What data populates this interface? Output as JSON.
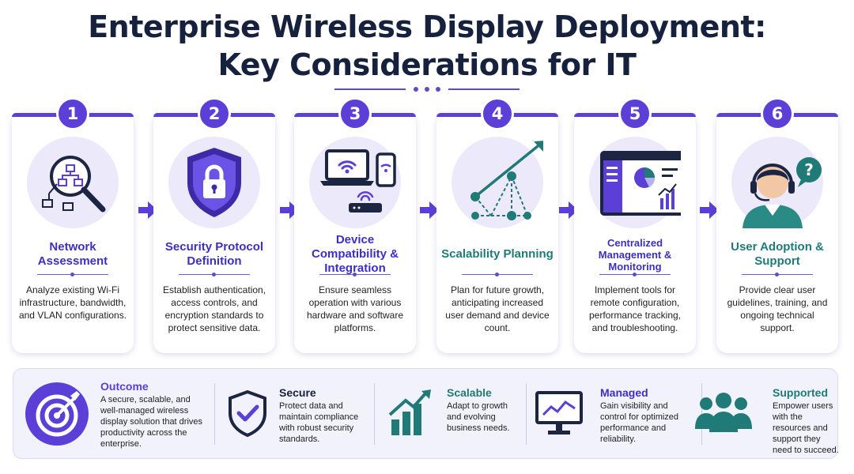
{
  "title": {
    "line1": "Enterprise Wireless Display Deployment:",
    "line2": "Key Considerations for IT"
  },
  "colors": {
    "primary": "#5b3fd6",
    "teal": "#1f7a78",
    "navy": "#16213e"
  },
  "steps": [
    {
      "number": "1",
      "title": "Network Assessment",
      "icon": "network-magnifier-icon",
      "desc": "Analyze existing Wi-Fi infrastructure, bandwidth, and VLAN configurations."
    },
    {
      "number": "2",
      "title": "Security Protocol Definition",
      "icon": "shield-lock-icon",
      "desc": "Establish authentication, access controls, and encryption standards to protect sensitive data."
    },
    {
      "number": "3",
      "title": "Device Compatibility & Integration",
      "icon": "devices-icon",
      "desc": "Ensure seamless operation with various hardware and software platforms."
    },
    {
      "number": "4",
      "title": "Scalability Planning",
      "icon": "growth-network-icon",
      "desc": "Plan for future growth, anticipating increased user demand and device count."
    },
    {
      "number": "5",
      "title": "Centralized Management & Monitoring",
      "icon": "dashboard-icon",
      "desc": "Implement tools for remote configuration, performance tracking, and troubleshooting."
    },
    {
      "number": "6",
      "title": "User Adoption & Support",
      "icon": "support-agent-icon",
      "desc": "Provide clear user guidelines, training, and ongoing technical support."
    }
  ],
  "outcome": {
    "title": "Outcome",
    "desc": "A secure, scalable, and well-managed wireless display solution that drives productivity across the enterprise.",
    "items": [
      {
        "title": "Secure",
        "icon": "shield-check-icon",
        "desc": "Protect data and maintain compliance with robust security standards."
      },
      {
        "title": "Scalable",
        "icon": "bar-growth-icon",
        "desc": "Adapt to growth and evolving business needs."
      },
      {
        "title": "Managed",
        "icon": "monitor-chart-icon",
        "desc": "Gain visibility and control for optimized performance and reliability."
      },
      {
        "title": "Supported",
        "icon": "people-icon",
        "desc": "Empower users with the resources and support they need to succeed."
      }
    ]
  }
}
